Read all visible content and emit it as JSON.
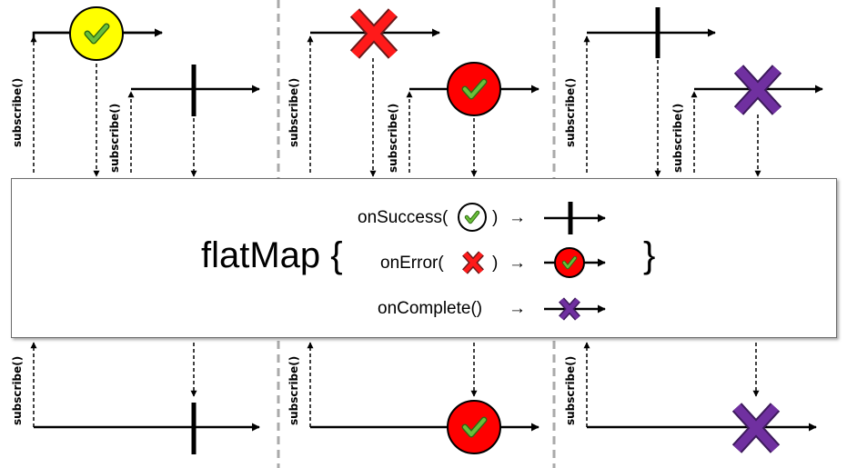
{
  "diagram": {
    "subscribe_label": "subscribe()",
    "operator": {
      "title": "flatMap {",
      "close_brace": "}",
      "on_success_open": "onSuccess(",
      "on_success_close": ")",
      "on_error_open": "onError(",
      "on_error_close": ")",
      "on_complete": "onComplete()",
      "arrow_symbol": "→"
    },
    "colors": {
      "success_circle": "#ffff00",
      "error_circle": "#ff0000",
      "check_mark": "#5aa02c",
      "error_x": "#ff1a1a",
      "complete_x": "#7030a0",
      "divider": "#aaaaaa",
      "resubscribe_arc": "#c00000"
    },
    "icons": [
      "check-circle-icon",
      "red-x-icon",
      "purple-x-icon",
      "complete-bar-icon",
      "red-circle-check-icon"
    ]
  }
}
